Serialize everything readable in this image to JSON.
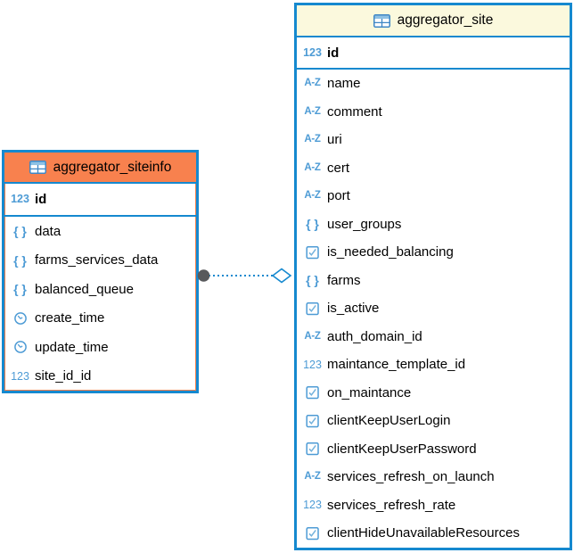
{
  "canvas": {
    "background": "#ffffff"
  },
  "colors": {
    "selection_border": "#1589cf",
    "separator_line": "#1589cf",
    "icon_blue": "#4d9bd5",
    "left_header_bg": "#f8814e",
    "left_border_accent": "#f8814e",
    "right_header_bg": "#fbf9dd",
    "relationship_line": "#1589cf",
    "endpoint_dot_fill": "#58595b",
    "row_text": "#000000"
  },
  "icons": {
    "number": "123",
    "text": "A-Z",
    "json": "{ }",
    "datetime": "clock",
    "boolean": "checkbox",
    "header": "table-grid"
  },
  "tables": [
    {
      "name": "aggregator_siteinfo",
      "primary_key": {
        "label": "id",
        "type": "number"
      },
      "columns": [
        {
          "label": "data",
          "type": "json"
        },
        {
          "label": "farms_services_data",
          "type": "json"
        },
        {
          "label": "balanced_queue",
          "type": "json"
        },
        {
          "label": "create_time",
          "type": "datetime"
        },
        {
          "label": "update_time",
          "type": "datetime"
        },
        {
          "label": "site_id_id",
          "type": "number"
        }
      ]
    },
    {
      "name": "aggregator_site",
      "primary_key": {
        "label": "id",
        "type": "number"
      },
      "columns": [
        {
          "label": "name",
          "type": "text"
        },
        {
          "label": "comment",
          "type": "text"
        },
        {
          "label": "uri",
          "type": "text"
        },
        {
          "label": "cert",
          "type": "text"
        },
        {
          "label": "port",
          "type": "text"
        },
        {
          "label": "user_groups",
          "type": "json"
        },
        {
          "label": "is_needed_balancing",
          "type": "boolean"
        },
        {
          "label": "farms",
          "type": "json"
        },
        {
          "label": "is_active",
          "type": "boolean"
        },
        {
          "label": "auth_domain_id",
          "type": "text"
        },
        {
          "label": "maintance_template_id",
          "type": "number"
        },
        {
          "label": "on_maintance",
          "type": "boolean"
        },
        {
          "label": "clientKeepUserLogin",
          "type": "boolean"
        },
        {
          "label": "clientKeepUserPassword",
          "type": "boolean"
        },
        {
          "label": "services_refresh_on_launch",
          "type": "text"
        },
        {
          "label": "services_refresh_rate",
          "type": "number"
        },
        {
          "label": "clientHideUnavailableResources",
          "type": "boolean"
        }
      ]
    }
  ],
  "relationship": {
    "from_table": "aggregator_siteinfo",
    "to_table": "aggregator_site",
    "from_endpoint": "filled-circle",
    "to_endpoint": "open-diamond",
    "line_style": "dotted"
  }
}
